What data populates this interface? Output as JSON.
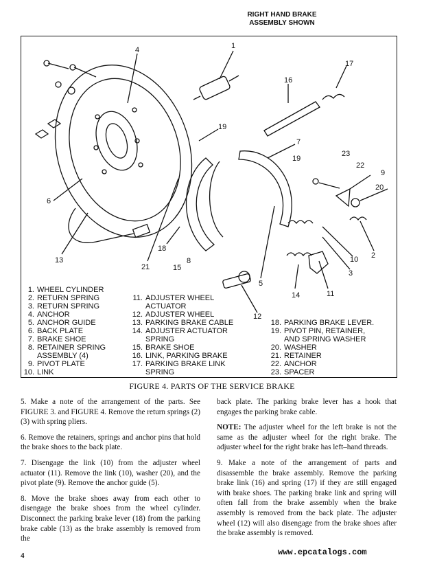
{
  "figure": {
    "subtitle": "RIGHT HAND BRAKE\nASSEMBLY SHOWN",
    "caption": "FIGURE 4. PARTS OF THE SERVICE BRAKE",
    "callouts": [
      "1",
      "4",
      "16",
      "17",
      "19",
      "7",
      "19",
      "23",
      "22",
      "9",
      "20",
      "6",
      "13",
      "21",
      "18",
      "15",
      "8",
      "5",
      "12",
      "14",
      "11",
      "3",
      "2",
      "10"
    ],
    "legend_col1": [
      {
        "num": "1.",
        "text": "WHEEL CYLINDER"
      },
      {
        "num": "2.",
        "text": "RETURN SPRING"
      },
      {
        "num": "3.",
        "text": "RETURN SPRING"
      },
      {
        "num": "4.",
        "text": "ANCHOR"
      },
      {
        "num": "5.",
        "text": "ANCHOR GUIDE"
      },
      {
        "num": "6.",
        "text": "BACK PLATE"
      },
      {
        "num": "7.",
        "text": "BRAKE SHOE"
      },
      {
        "num": "8.",
        "text": "RETAINER SPRING\nASSEMBLY (4)"
      },
      {
        "num": "9.",
        "text": "PIVOT PLATE"
      },
      {
        "num": "10.",
        "text": "LINK"
      }
    ],
    "legend_col2": [
      {
        "num": "11.",
        "text": "ADJUSTER WHEEL\nACTUATOR"
      },
      {
        "num": "12.",
        "text": "ADJUSTER WHEEL"
      },
      {
        "num": "13.",
        "text": "PARKING BRAKE CABLE"
      },
      {
        "num": "14.",
        "text": "ADJUSTER ACTUATOR\nSPRING"
      },
      {
        "num": "15.",
        "text": "BRAKE SHOE"
      },
      {
        "num": "16.",
        "text": "LINK, PARKING BRAKE"
      },
      {
        "num": "17.",
        "text": "PARKING BRAKE LINK\nSPRING"
      }
    ],
    "legend_col3": [
      {
        "num": "18.",
        "text": "PARKING BRAKE LEVER."
      },
      {
        "num": "19.",
        "text": "PIVOT PIN, RETAINER,\nAND SPRING WASHER"
      },
      {
        "num": "20.",
        "text": "WASHER"
      },
      {
        "num": "21.",
        "text": "RETAINER"
      },
      {
        "num": "22.",
        "text": "ANCHOR"
      },
      {
        "num": "23.",
        "text": "SPACER"
      }
    ]
  },
  "body": {
    "p5": "5. Make a note of the arrangement of the parts. See FIGURE 3. and FIGURE 4. Remove the return springs (2) (3) with spring pliers.",
    "p6": "6. Remove the retainers, springs and anchor pins that hold the brake shoes to the back plate.",
    "p7": "7. Disengage the link (10) from the adjuster wheel actuator (11). Remove the link (10), washer (20), and the pivot plate (9). Remove the anchor guide (5).",
    "p8": "8. Move the brake shoes away from each other to disengage the brake shoes from the wheel cylinder. Disconnect the parking brake lever (18) from the parking brake cable (13) as the brake assembly is removed from the",
    "p8_cont": "back plate. The parking brake lever has a hook that engages the parking brake cable.",
    "note_label": "NOTE:",
    "note_text": " The adjuster wheel for the left brake is not the same as the adjuster wheel for the right brake. The adjuster wheel for the right brake has left–hand threads.",
    "p9": "9. Make a note of the arrangement of parts and disassemble the brake assembly. Remove the parking brake link (16) and spring (17) if they are still engaged with brake shoes. The parking brake link and spring will often fall from the brake assembly when the brake assembly is removed from the back plate. The adjuster wheel (12) will also disengage from the brake shoes after the brake assembly is removed."
  },
  "footer": {
    "page_number": "4",
    "url": "www.epcatalogs.com"
  }
}
